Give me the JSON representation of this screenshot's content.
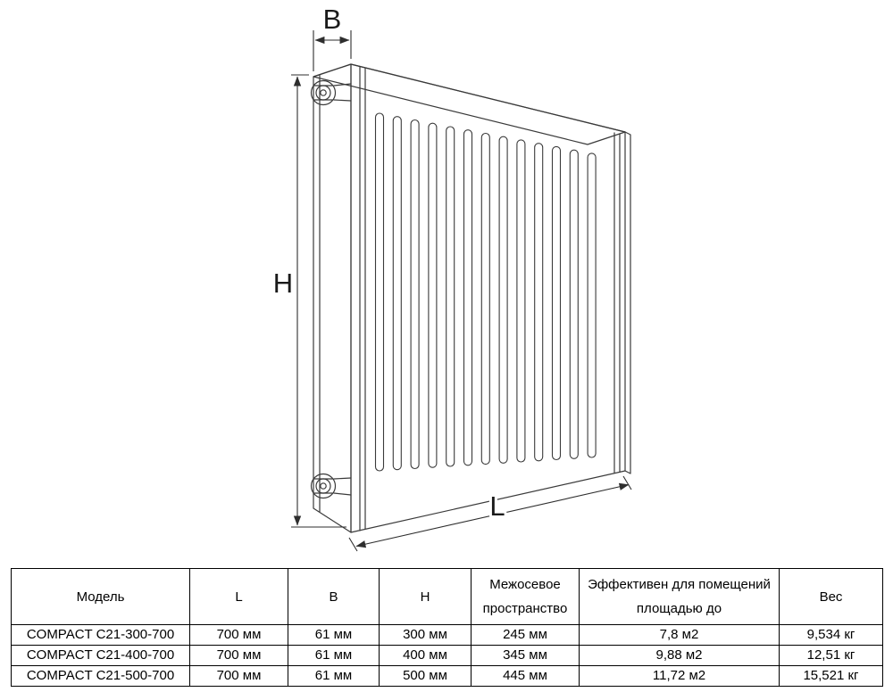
{
  "diagram": {
    "dim_b": "B",
    "dim_h": "H",
    "dim_l": "L",
    "rib_count": 13
  },
  "table": {
    "headers": [
      "Модель",
      "L",
      "B",
      "H",
      "Межосевое пространство",
      "Эффективен для помещений площадью до",
      "Вес"
    ],
    "rows": [
      [
        "COMPACT C21-300-700",
        "700 мм",
        "61 мм",
        "300 мм",
        "245 мм",
        "7,8 м2",
        "9,534 кг"
      ],
      [
        "COMPACT C21-400-700",
        "700 мм",
        "61 мм",
        "400 мм",
        "345 мм",
        "9,88 м2",
        "12,51 кг"
      ],
      [
        "COMPACT C21-500-700",
        "700 мм",
        "61 мм",
        "500 мм",
        "445 мм",
        "11,72 м2",
        "15,521 кг"
      ]
    ]
  },
  "colors": {
    "drawing_line": "#3a3a3a",
    "dimension_line": "#2e2e2e",
    "table_border": "#000000",
    "background": "#ffffff"
  }
}
